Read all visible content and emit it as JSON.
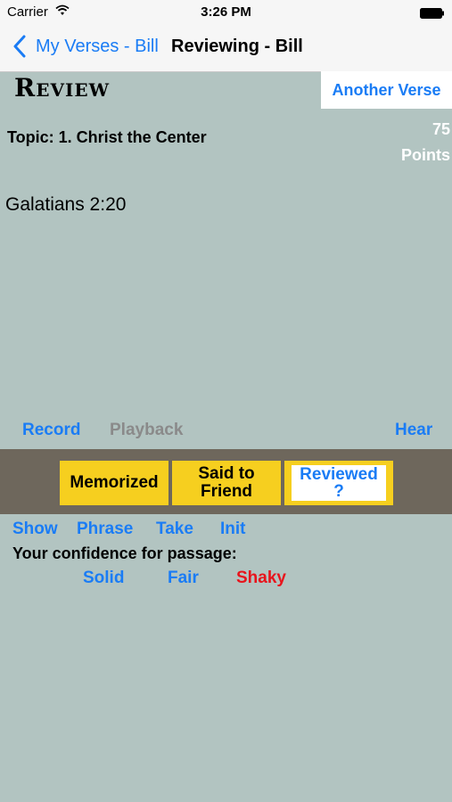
{
  "status_bar": {
    "carrier": "Carrier",
    "time": "3:26 PM"
  },
  "nav": {
    "back_label": "My Verses - Bill",
    "title": "Reviewing - Bill"
  },
  "header": {
    "title": "Review",
    "another_verse": "Another Verse"
  },
  "topic": "Topic:  1. Christ the Center",
  "points": {
    "value": "75",
    "label": "Points"
  },
  "reference": "Galatians 2:20",
  "audio": {
    "record": "Record",
    "playback": "Playback",
    "hear": "Hear"
  },
  "status_buttons": {
    "memorized": "Memorized",
    "said_line1": "Said to",
    "said_line2": "Friend",
    "reviewed_line1": "Reviewed",
    "reviewed_line2": "?"
  },
  "tools": {
    "show": "Show",
    "phrase": "Phrase",
    "take": "Take",
    "init": "Init"
  },
  "confidence": {
    "label": "Your confidence for passage:",
    "solid": "Solid",
    "fair": "Fair",
    "shaky": "Shaky"
  },
  "colors": {
    "accent": "#1a7cf5",
    "background": "#b2c4c1",
    "band": "#6e675c",
    "yellow": "#f6cf1f",
    "shaky": "#e8141c",
    "disabled": "#8a8a8a"
  }
}
